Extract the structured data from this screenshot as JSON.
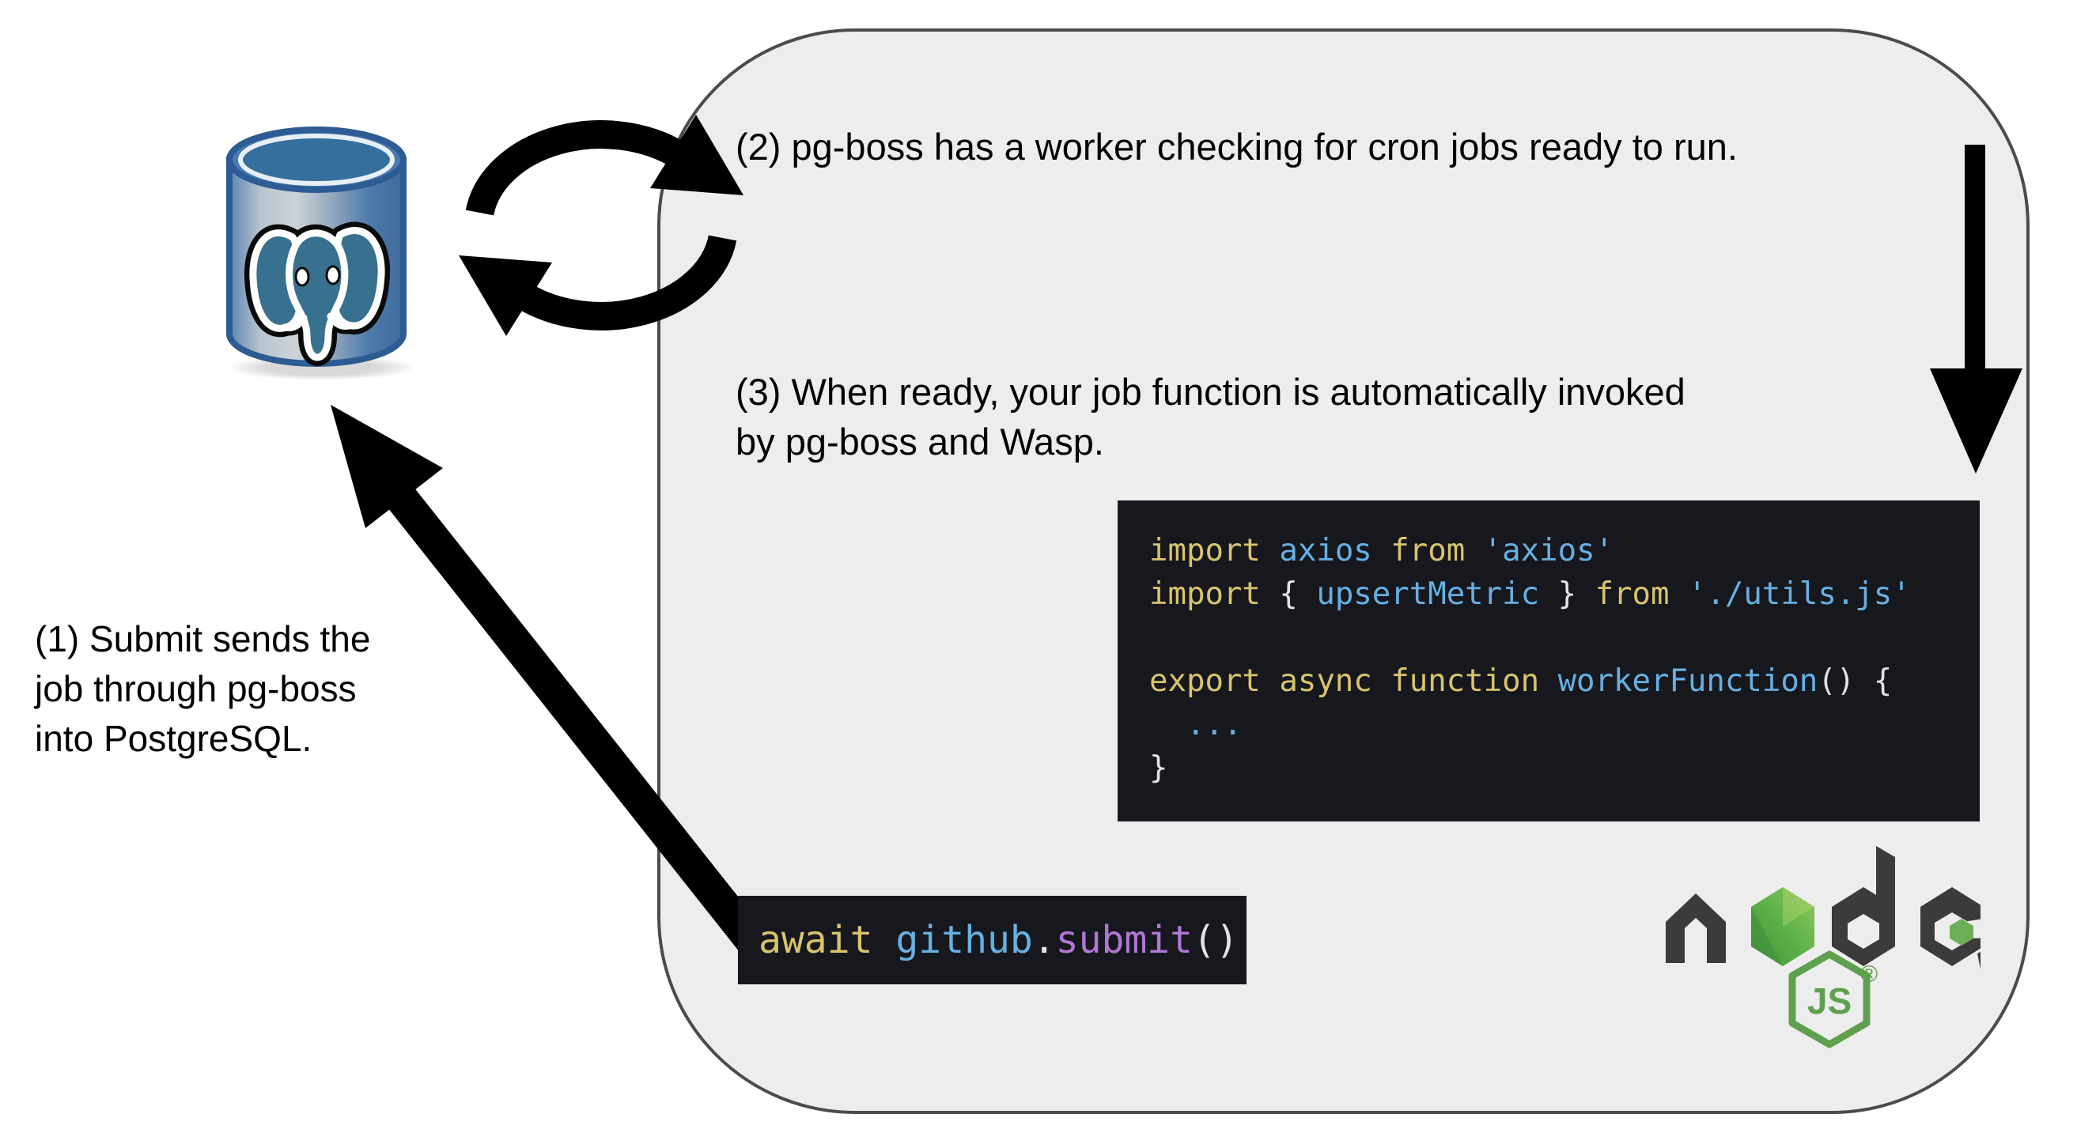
{
  "diagram": {
    "step1_lines": [
      "(1) Submit sends the",
      "job through pg-boss",
      "into PostgreSQL."
    ],
    "step2": "(2) pg-boss has a worker checking for cron jobs ready to run.",
    "step3_lines": [
      "(3) When ready, your job function is automatically invoked",
      "by pg-boss and Wasp."
    ]
  },
  "code": {
    "worker_lines": [
      [
        {
          "t": "import ",
          "c": "k"
        },
        {
          "t": "axios ",
          "c": "i"
        },
        {
          "t": "from ",
          "c": "k"
        },
        {
          "t": "'axios'",
          "c": "s"
        }
      ],
      [
        {
          "t": "import ",
          "c": "k"
        },
        {
          "t": "{ ",
          "c": "p"
        },
        {
          "t": "upsertMetric",
          "c": "i"
        },
        {
          "t": " } ",
          "c": "p"
        },
        {
          "t": "from ",
          "c": "k"
        },
        {
          "t": "'./utils.js'",
          "c": "s"
        }
      ],
      [],
      [
        {
          "t": "export async function ",
          "c": "k"
        },
        {
          "t": "workerFunction",
          "c": "i"
        },
        {
          "t": "() {",
          "c": "p"
        }
      ],
      [
        {
          "t": "  ...",
          "c": "s"
        }
      ],
      [
        {
          "t": "}",
          "c": "p"
        }
      ]
    ],
    "submit_tokens": [
      {
        "t": "await ",
        "c": "k"
      },
      {
        "t": "github",
        "c": "i"
      },
      {
        "t": ".",
        "c": "p"
      },
      {
        "t": "submit",
        "c": "m"
      },
      {
        "t": "()",
        "c": "p"
      }
    ]
  },
  "logos": {
    "postgresql_name": "PostgreSQL database",
    "nodejs": {
      "wordmark": "node",
      "badge_js": "JS",
      "registered": "®"
    }
  },
  "colors": {
    "container_fill": "#ededed",
    "container_border": "#4b4b4b",
    "code_background": "#16181d",
    "code_keyword": "#d9c46c",
    "code_identifier": "#66b0e4",
    "code_method": "#b077d6",
    "code_punctuation": "#e3e3e3",
    "node_green": "#5fa04e",
    "node_hex_light": "#94c95c",
    "node_hex_dark": "#459139",
    "node_letter": "#3b3b3b",
    "postgres_blue": "#336791",
    "arrow_black": "#000000"
  }
}
